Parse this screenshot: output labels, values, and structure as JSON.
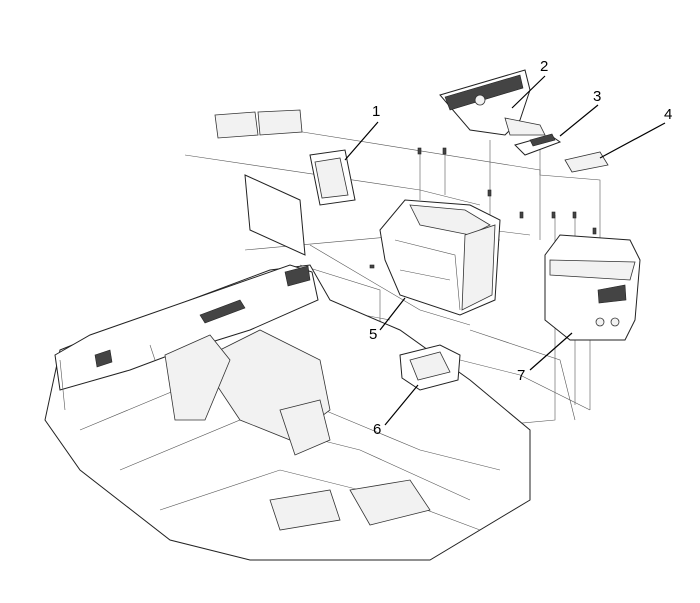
{
  "diagram": {
    "type": "exploded-parts-view",
    "callouts": [
      {
        "number": "1"
      },
      {
        "number": "2"
      },
      {
        "number": "3"
      },
      {
        "number": "4"
      },
      {
        "number": "5"
      },
      {
        "number": "6"
      },
      {
        "number": "7"
      }
    ]
  }
}
